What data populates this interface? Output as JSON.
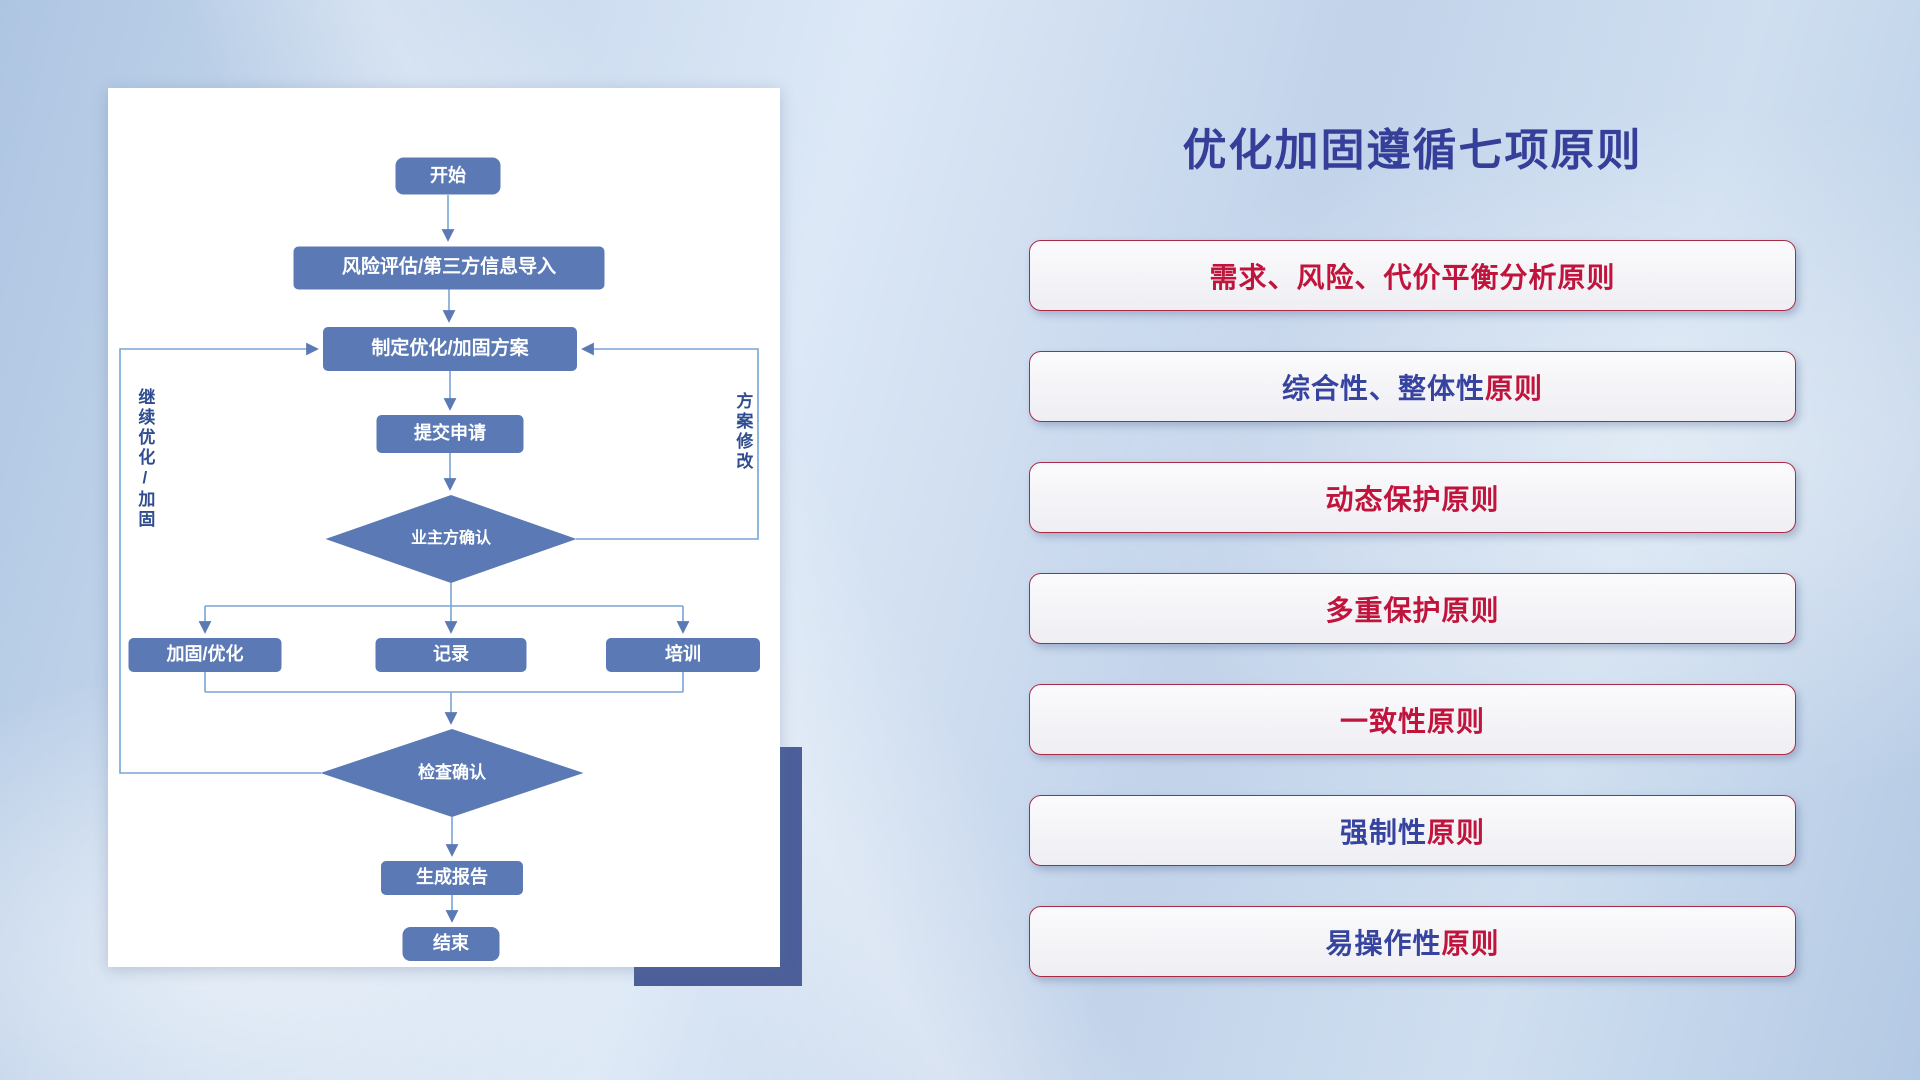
{
  "palette": {
    "node_blue": "#5b79b5",
    "connector_blue": "#78a3d6",
    "title_blue": "#353f99",
    "principle_red": "#c0143c",
    "principle_keyword_blue": "#3644a0",
    "principle_border": "#a92a45",
    "loop_label_blue": "#2f4d8f",
    "card_shadow_block": "#4d5f9a"
  },
  "flowchart": {
    "nodes": {
      "start": "开始",
      "risk": "风险评估/第三方信息导入",
      "plan": "制定优化/加固方案",
      "submit": "提交申请",
      "owner_confirm": "业主方确认",
      "reinforce": "加固/优化",
      "record": "记录",
      "training": "培训",
      "check_confirm": "检查确认",
      "report": "生成报告",
      "end": "结束"
    },
    "labels": {
      "continue_loop": "继续优化/加固",
      "modify_loop": "方案修改"
    }
  },
  "principles": {
    "title": "优化加固遵循七项原则",
    "items": [
      {
        "parts": [
          {
            "text": "需求、风险、代价平衡分析原则",
            "color": "#c0143c"
          }
        ]
      },
      {
        "parts": [
          {
            "text": "综合性、整体性",
            "color": "#3644a0"
          },
          {
            "text": "原则",
            "color": "#c0143c"
          }
        ]
      },
      {
        "parts": [
          {
            "text": "动态保护原则",
            "color": "#c0143c"
          }
        ]
      },
      {
        "parts": [
          {
            "text": "多重保护原则",
            "color": "#c0143c"
          }
        ]
      },
      {
        "parts": [
          {
            "text": "一致性原则",
            "color": "#c0143c"
          }
        ]
      },
      {
        "parts": [
          {
            "text": "强制性",
            "color": "#3644a0"
          },
          {
            "text": "原则",
            "color": "#c0143c"
          }
        ]
      },
      {
        "parts": [
          {
            "text": "易操作性",
            "color": "#3644a0"
          },
          {
            "text": "原则",
            "color": "#c0143c"
          }
        ]
      }
    ]
  }
}
